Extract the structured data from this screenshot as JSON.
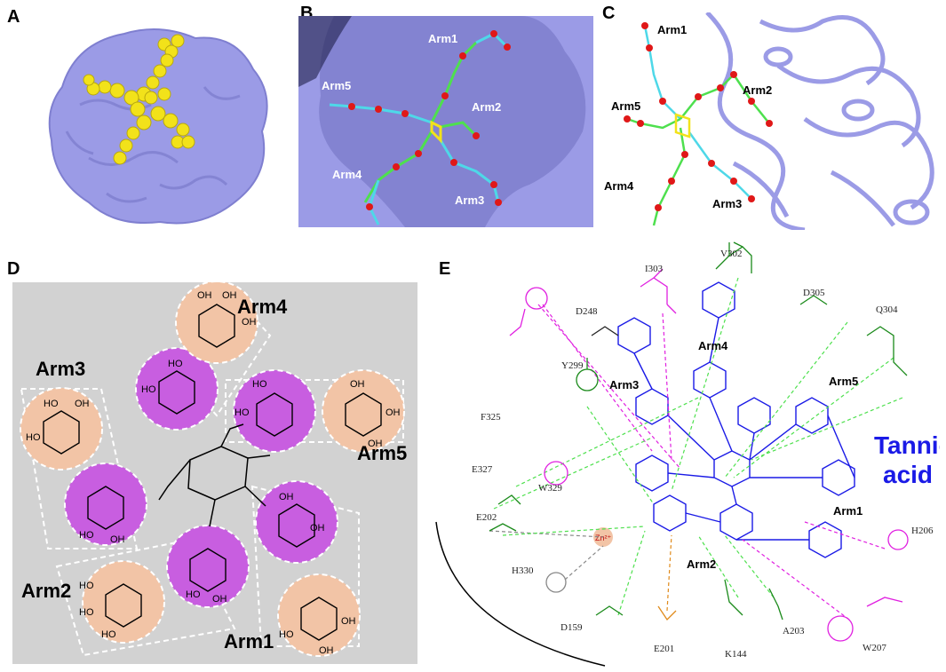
{
  "panels": {
    "A": {
      "letter": "A"
    },
    "B": {
      "letter": "B",
      "arms": [
        "Arm1",
        "Arm2",
        "Arm3",
        "Arm4",
        "Arm5"
      ]
    },
    "C": {
      "letter": "C",
      "arms": [
        "Arm1",
        "Arm2",
        "Arm3",
        "Arm4",
        "Arm5"
      ]
    },
    "D": {
      "letter": "D",
      "arms": [
        "Arm1",
        "Arm2",
        "Arm3",
        "Arm4",
        "Arm5"
      ],
      "oh": "OH",
      "ho": "HO"
    },
    "E": {
      "letter": "E",
      "title_line1": "Tannic",
      "title_line2": "acid",
      "arms": [
        "Arm1",
        "Arm2",
        "Arm3",
        "Arm4",
        "Arm5"
      ],
      "zinc": "Zn²⁺",
      "residues": [
        "V302",
        "I303",
        "D248",
        "D305",
        "Q304",
        "Y299",
        "F325",
        "E327",
        "W329",
        "E202",
        "H330",
        "H206",
        "D159",
        "E201",
        "K144",
        "A203",
        "W207"
      ]
    }
  },
  "colors": {
    "protein": "#9b9be6",
    "ligand_yellow": "#f2e21a",
    "carbon_green": "#4ee04e",
    "carbon_cyan": "#4ed8e8",
    "oxygen_red": "#e01818",
    "purple_circle": "#c85ee0",
    "peach_circle": "#f2c4a6",
    "panel_bg": "#d2d2d2",
    "tannic_blue": "#1a1ae6",
    "green_res": "#1a8a1a",
    "magenta_res": "#e020e0",
    "orange_res": "#e08a1a"
  }
}
